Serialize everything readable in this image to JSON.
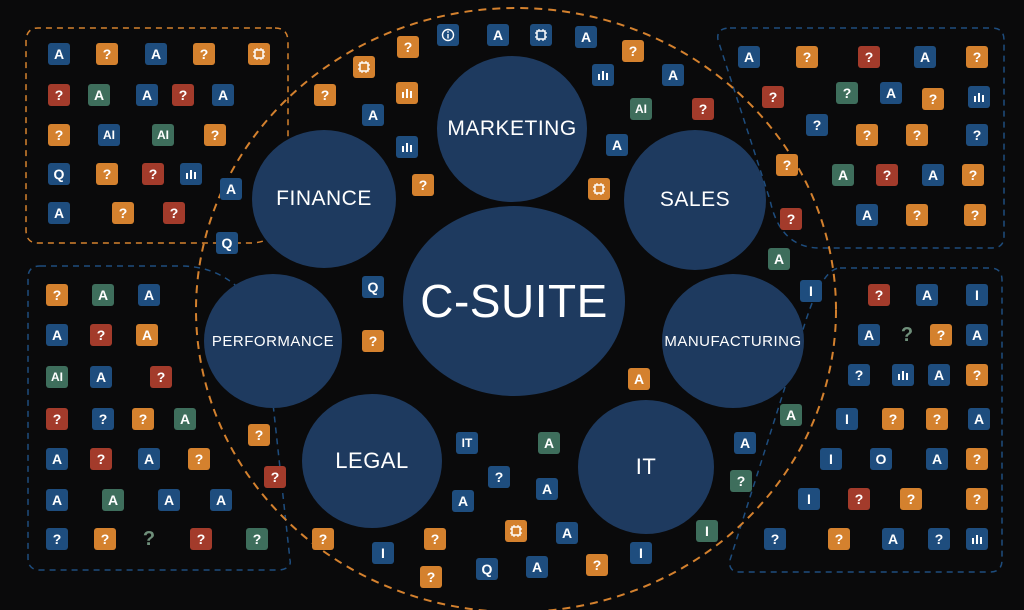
{
  "colors": {
    "background": "#0a0a0b",
    "circle": "#1e3a5f",
    "tile_blue": "#1e4d7e",
    "tile_orange": "#d4812e",
    "tile_red": "#a33b2b",
    "tile_green": "#3e6e5c",
    "dash_orange": "#d4812e",
    "dash_blue": "#1e4d7e"
  },
  "center": {
    "label": "C-SUITE"
  },
  "departments": [
    {
      "label": "MARKETING"
    },
    {
      "label": "SALES"
    },
    {
      "label": "MANUFACTURING"
    },
    {
      "label": "IT"
    },
    {
      "label": "LEGAL"
    },
    {
      "label": "PERFORMANCE"
    },
    {
      "label": "FINANCE"
    }
  ],
  "glyphs": {
    "A": "A",
    "Q": "?",
    "I": "I",
    "O": "O",
    "AI": "AI",
    "IT": "IT",
    "Qq": "Q"
  }
}
